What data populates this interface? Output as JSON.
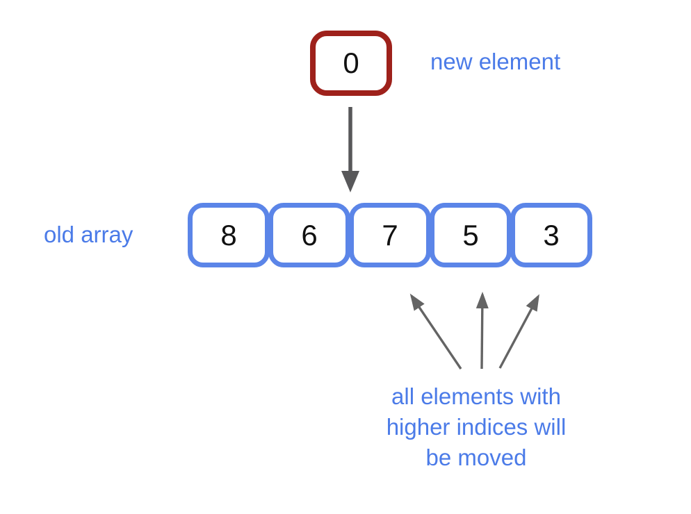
{
  "colors": {
    "accent_blue_text": "#4b7be8",
    "array_box_border_blue": "#5b85e8",
    "new_element_border_red": "#9e211b",
    "insert_arrow_gray": "#58585a",
    "shift_arrow_gray": "#646464",
    "digit_black": "#111111",
    "background": "#ffffff"
  },
  "new_element": {
    "value": "0",
    "label": "new element"
  },
  "old_array": {
    "label": "old array",
    "values": [
      "8",
      "6",
      "7",
      "5",
      "3"
    ]
  },
  "caption": {
    "lines": [
      "all elements with",
      "higher indices will",
      "be moved"
    ]
  },
  "icons": {
    "insert_arrow": "down-arrow",
    "shift_arrows": "three-up-fan-arrows"
  }
}
